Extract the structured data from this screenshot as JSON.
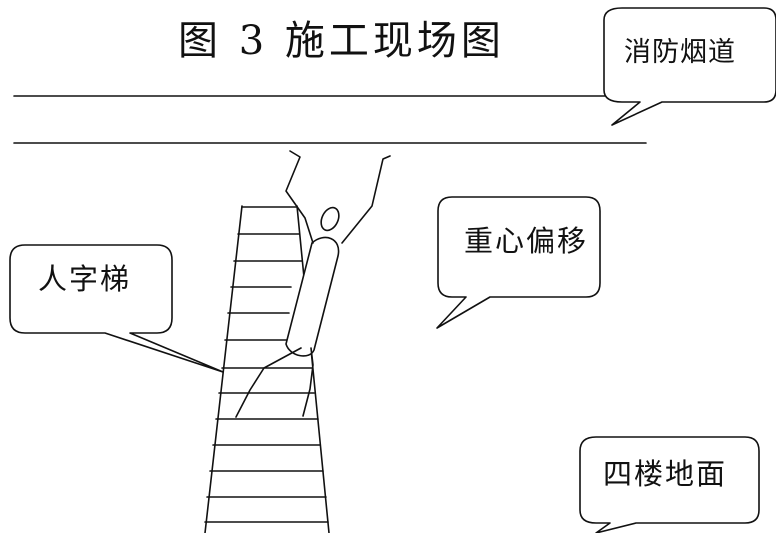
{
  "title": "图 3 施工现场图",
  "labels": {
    "smoke_duct": "消防烟道",
    "center_of_gravity_shift": "重心偏移",
    "step_ladder": "人字梯",
    "fourth_floor_ground": "四楼地面"
  }
}
